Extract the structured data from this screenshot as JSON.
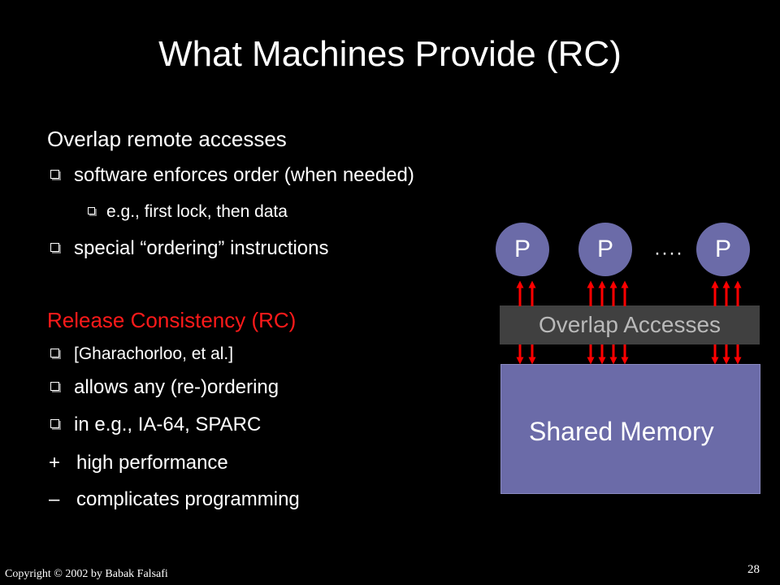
{
  "title": "What Machines Provide (RC)",
  "bullets": {
    "overlap_heading": "Overlap remote accesses",
    "software_order": "software enforces order (when needed)",
    "example_lock": "e.g., first lock, then data",
    "special_instr": "special “ordering” instructions",
    "rc_heading": "Release Consistency (RC)",
    "citation": "[Gharachorloo, et al.]",
    "any_ordering": "allows any (re-)ordering",
    "in_eg": "in e.g., IA-64, SPARC",
    "plus_symbol": "+",
    "high_perf": "high performance",
    "minus_symbol": "–",
    "complicates": "complicates programming"
  },
  "diagram": {
    "processor_label": "P",
    "ellipsis": "····",
    "overlap_label": "Overlap Accesses",
    "memory_label": "Shared Memory",
    "colors": {
      "processor": "#6b6ba8",
      "memory": "#6b6ba8",
      "overlap_bar": "#404040",
      "arrow": "#ff0000"
    }
  },
  "footer": {
    "copyright": "Copyright © 2002  by Babak Falsafi",
    "page_number": "28"
  }
}
